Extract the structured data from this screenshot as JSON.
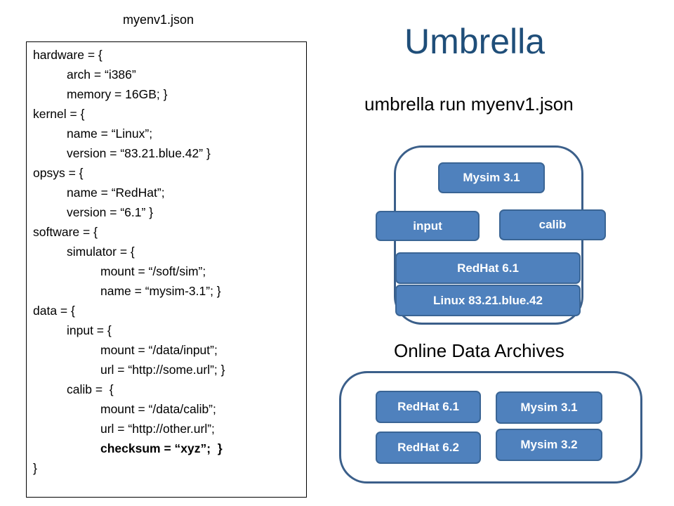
{
  "file_label": "myenv1.json",
  "title": "Umbrella",
  "command": "umbrella run myenv1.json",
  "config_lines": [
    {
      "indent": 0,
      "text": "hardware = {"
    },
    {
      "indent": 1,
      "text": "arch = “i386”"
    },
    {
      "indent": 1,
      "text": "memory = 16GB; }"
    },
    {
      "indent": 0,
      "text": "kernel = {"
    },
    {
      "indent": 1,
      "text": "name = “Linux”;"
    },
    {
      "indent": 1,
      "text": "version = “83.21.blue.42” }"
    },
    {
      "indent": 0,
      "text": "opsys = {"
    },
    {
      "indent": 1,
      "text": "name = “RedHat”;"
    },
    {
      "indent": 1,
      "text": "version = “6.1” }"
    },
    {
      "indent": 0,
      "text": "software = {"
    },
    {
      "indent": 1,
      "text": "simulator = {"
    },
    {
      "indent": 2,
      "text": "mount = “/soft/sim”;"
    },
    {
      "indent": 2,
      "text": "name = “mysim-3.1”; }"
    },
    {
      "indent": 0,
      "text": "data = {"
    },
    {
      "indent": 1,
      "text": "input = {"
    },
    {
      "indent": 2,
      "text": "mount = “/data/input”;"
    },
    {
      "indent": 2,
      "text": "url = “http://some.url”; }"
    },
    {
      "indent": 1,
      "text": "calib =  {"
    },
    {
      "indent": 2,
      "text": "mount = “/data/calib”;"
    },
    {
      "indent": 2,
      "text": "url = “http://other.url”;"
    },
    {
      "indent": 2,
      "text": "checksum = “xyz”;  }",
      "bold": true
    },
    {
      "indent": 0,
      "text": "}"
    }
  ],
  "environment": {
    "mysim": "Mysim 3.1",
    "input": "input",
    "calib": "calib",
    "redhat": "RedHat 6.1",
    "linux": "Linux 83.21.blue.42"
  },
  "archives": {
    "title": "Online Data Archives",
    "items": {
      "redhat61": "RedHat 6.1",
      "redhat62": "RedHat 6.2",
      "mysim31": "Mysim 3.1",
      "mysim32": "Mysim 3.2"
    }
  },
  "colors": {
    "title": "#1f4e79",
    "pill_fill": "#4f81bd",
    "pill_border": "#3a6595",
    "container_border": "#3b5f8a"
  }
}
